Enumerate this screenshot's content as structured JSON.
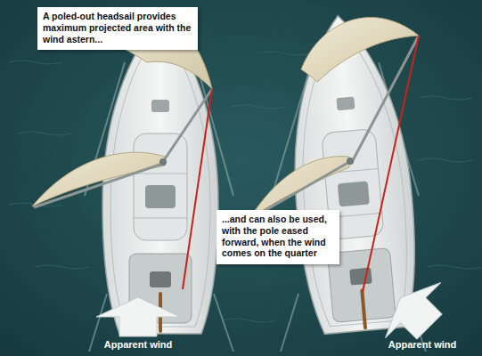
{
  "diagram": {
    "nodes": [
      {
        "text": [
          "A poled-out headsail provides maximum projected area with the wind astern..."
        ]
      },
      {
        "text": [
          "...and can also be used, with the pole eased forward, when the wind comes on the quarter"
        ]
      }
    ],
    "labels": [
      "Apparent wind",
      "Apparent wind"
    ]
  }
}
